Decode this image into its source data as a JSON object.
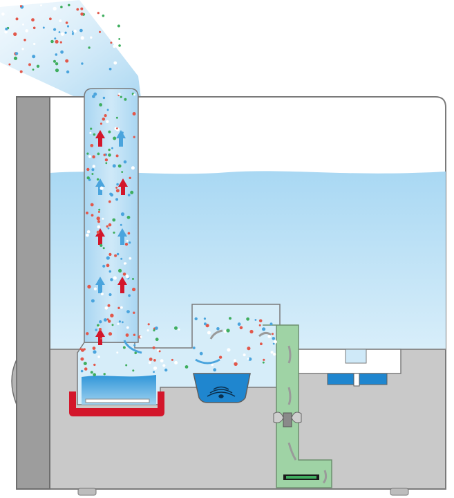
{
  "diagram": {
    "kind": "humidifier cross-section",
    "labels": [],
    "colors": {
      "background": "#ffffff",
      "housing_gray": "#c9c9c9",
      "housing_dark": "#9d9d9d",
      "water_light": "#cfe9f8",
      "water_mid": "#9fd2f0",
      "water_deep": "#1f86cf",
      "mist_column": "#b9dcf2",
      "green_channel": "#9fd3a5",
      "heater_red": "#d3162b",
      "arrow_red": "#d3162b",
      "arrow_blue": "#4aa4dd",
      "arrow_gray": "#9a9a9a",
      "dot_red": "#e2574a",
      "dot_green": "#3fae5f",
      "dot_white": "#ffffff"
    },
    "components": [
      {
        "name": "water-tank",
        "icon": "tank"
      },
      {
        "name": "mist-outlet-column",
        "icon": "chimney"
      },
      {
        "name": "heating-element",
        "icon": "heater"
      },
      {
        "name": "ultrasonic-transducer",
        "icon": "sound-waves"
      },
      {
        "name": "air-intake-channel",
        "icon": "duct"
      },
      {
        "name": "fan",
        "icon": "propeller"
      },
      {
        "name": "filter-cartridge",
        "icon": "filter"
      },
      {
        "name": "water-level-float",
        "icon": "float"
      }
    ]
  }
}
